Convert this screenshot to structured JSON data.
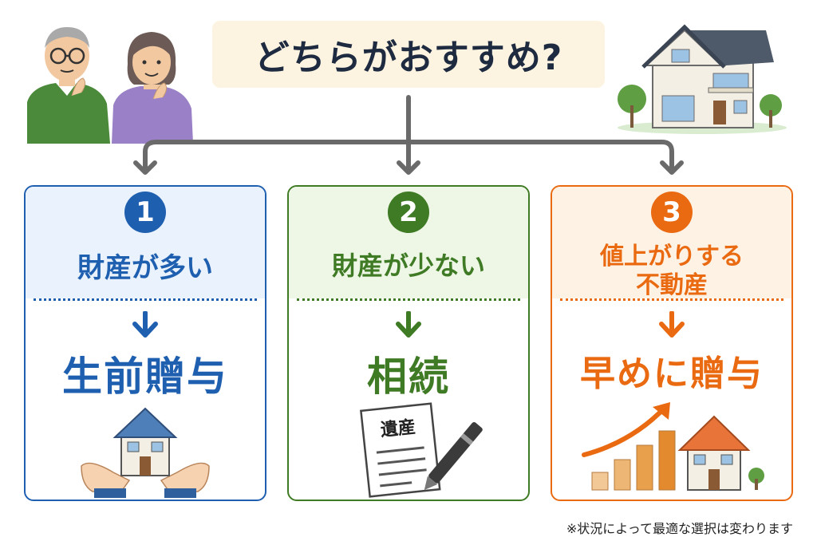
{
  "title": "どちらがおすすめ?",
  "cards": [
    {
      "number": "1",
      "condition": "財産が多い",
      "result": "生前贈与",
      "illustration": "hands-holding-house-icon",
      "color": "#1f5fb0",
      "bg": "#eaf3fd"
    },
    {
      "number": "2",
      "condition": "財産が少ない",
      "result": "相続",
      "illustration": "will-document-pen-icon",
      "document_label": "遺産",
      "color": "#3f7a24",
      "bg": "#eef6e6"
    },
    {
      "number": "3",
      "condition_line1": "値上がりする",
      "condition_line2": "不動産",
      "result": "早めに贈与",
      "illustration": "rising-bars-house-icon",
      "color": "#ea6a12",
      "bg": "#fef2e5"
    }
  ],
  "note": "※状況によって最適な選択は変わります",
  "illustrations": {
    "left": "elderly-couple-icon",
    "right": "two-story-house-icon"
  }
}
